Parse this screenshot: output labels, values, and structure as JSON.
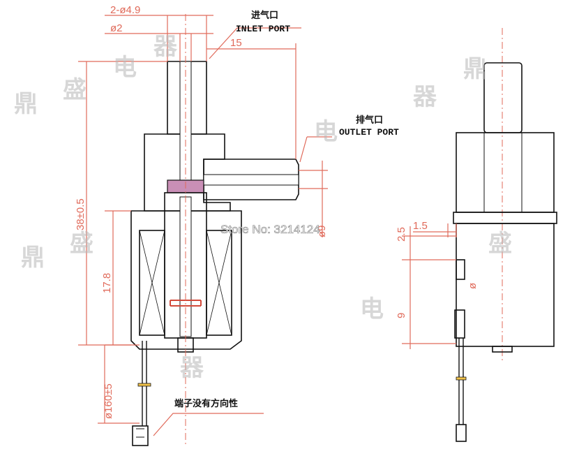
{
  "labels": {
    "inlet_cn": "进气口",
    "inlet_en": "INLET PORT",
    "outlet_cn": "排气口",
    "outlet_en": "OUTLET PORT",
    "terminal_note": "端子没有方向性"
  },
  "dimensions": {
    "port_dia": "2-ø4.9",
    "bore_dia": "ø2",
    "outlet_len": "15",
    "total_height": "38±0.5",
    "coil_height": "17.8",
    "lead_len": "ø160±5",
    "body_dia": "ø9",
    "tab_h": "2.5",
    "tab_w": "1.5",
    "side_9": "9",
    "side_phi": "ø"
  },
  "watermark": {
    "store": "Store No: 3214124",
    "chars": [
      "鼎",
      "盛",
      "电",
      "器",
      "鼎",
      "盛",
      "电",
      "器",
      "鼎",
      "盛",
      "电",
      "器"
    ]
  },
  "colors": {
    "body_fill": "#d9e7f7",
    "hatch": "#5b82b8",
    "outline": "#111111",
    "dimension": "#e06a5a",
    "seal": "#c98fb6"
  }
}
